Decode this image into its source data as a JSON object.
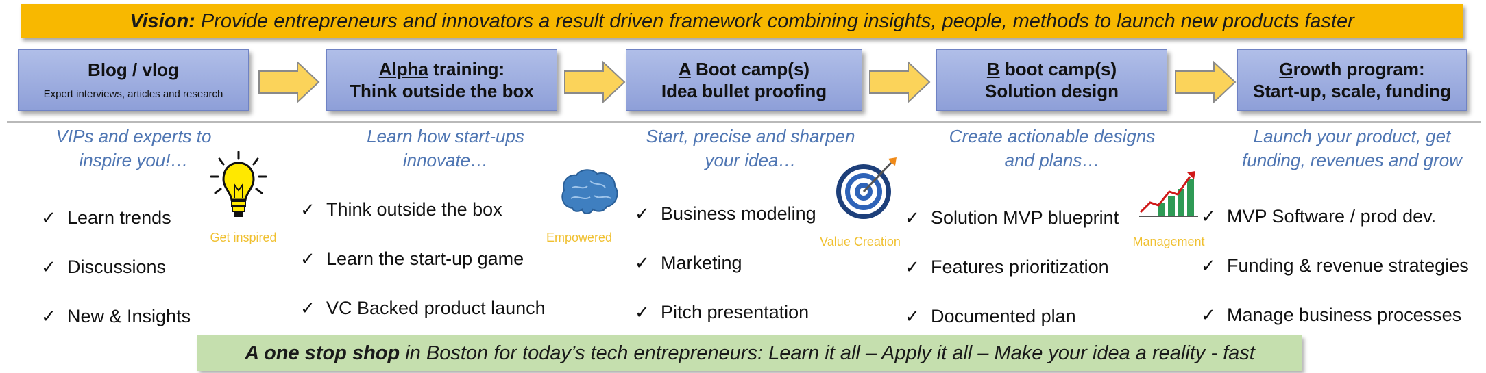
{
  "vision": {
    "label": "Vision:",
    "text": "Provide entrepreneurs and innovators a result driven framework combining insights, people, methods to launch new products faster"
  },
  "stages": [
    {
      "line1": "Blog / vlog",
      "sub": "Expert interviews, articles and research",
      "tagline": "VIPs and experts to inspire you!…",
      "icon_caption": "Get inspired",
      "bullets": [
        "Learn trends",
        "Discussions",
        "New & Insights"
      ]
    },
    {
      "line1_ul": "Alpha",
      "line1_rest": " training:",
      "line2": "Think outside the box",
      "tagline": "Learn how start-ups innovate…",
      "icon_caption": "Empowered",
      "bullets": [
        "Think outside the box",
        "Learn the start-up game",
        "VC Backed product launch"
      ]
    },
    {
      "line1_ul": "A",
      "line1_rest": " Boot camp(s)",
      "line2": "Idea bullet proofing",
      "tagline": "Start, precise and sharpen your idea…",
      "icon_caption": "Value Creation",
      "bullets": [
        "Business modeling",
        "Marketing",
        "Pitch presentation"
      ]
    },
    {
      "line1_ul": "B",
      "line1_rest": " boot camp(s)",
      "line2": "Solution design",
      "tagline": "Create actionable designs and plans…",
      "icon_caption": "Management",
      "bullets": [
        "Solution MVP blueprint",
        "Features prioritization",
        "Documented plan"
      ]
    },
    {
      "line1_ul": "G",
      "line1_rest": "rowth program:",
      "line2": "Start-up, scale, funding",
      "tagline": "Launch your product, get funding, revenues and grow",
      "bullets": [
        "MVP Software / prod dev.",
        "Funding & revenue strategies",
        "Manage business processes"
      ]
    }
  ],
  "bottom": {
    "bold": "A one stop shop",
    "text": "in Boston for today’s tech entrepreneurs: Learn it all – Apply it all – Make your idea a reality - fast"
  },
  "colors": {
    "vision_bg": "#f8b800",
    "stage_bg": "#9aaae0",
    "arrow_fill": "#fbd35a",
    "tagline": "#4f76b3",
    "icon_caption": "#f0c030",
    "bottom_bg": "#c5dfae"
  },
  "icons": [
    "lightbulb-icon",
    "brain-icon",
    "target-icon",
    "growth-chart-icon"
  ]
}
